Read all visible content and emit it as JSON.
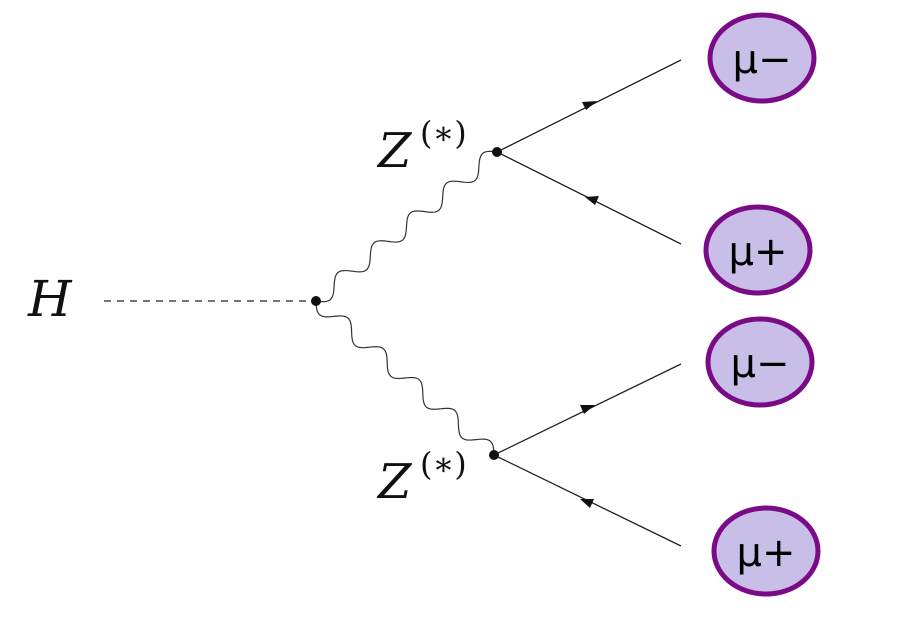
{
  "diagram": {
    "higgs_label": "H",
    "boson_labels": {
      "upper": {
        "main": "Z",
        "superscript": "(∗)"
      },
      "lower": {
        "main": "Z",
        "superscript": "(∗)"
      }
    },
    "leptons": [
      {
        "id": "upper-minus",
        "label": "μ−"
      },
      {
        "id": "upper-plus",
        "label": "μ+"
      },
      {
        "id": "lower-minus",
        "label": "μ−"
      },
      {
        "id": "lower-plus",
        "label": "μ+"
      }
    ],
    "colors": {
      "line": "#222222",
      "vertex": "#111111",
      "lepton_fill": "#c8bee8",
      "lepton_border": "#7a0a85"
    }
  }
}
